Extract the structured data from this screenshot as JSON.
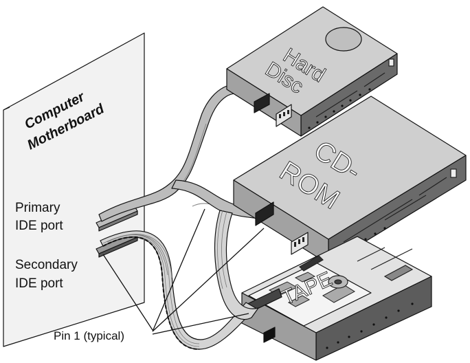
{
  "motherboard": {
    "title_line1": "Computer",
    "title_line2": "Motherboard"
  },
  "ports": {
    "primary_line1": "Primary",
    "primary_line2": "IDE port",
    "secondary_line1": "Secondary",
    "secondary_line2": "IDE port"
  },
  "drives": {
    "hard_disc_line1": "Hard",
    "hard_disc_line2": "Disc",
    "cdrom_line1": "CD-",
    "cdrom_line2": "ROM",
    "tape": "TAPE"
  },
  "callout": {
    "pin1": "Pin 1 (typical)"
  },
  "colors": {
    "drive_top": "#c8c8c8",
    "drive_side": "#9a9a9a",
    "drive_front": "#6e6e6e",
    "board": "#eeeeee",
    "cable": "#bdbdbd",
    "ink": "#111111"
  }
}
